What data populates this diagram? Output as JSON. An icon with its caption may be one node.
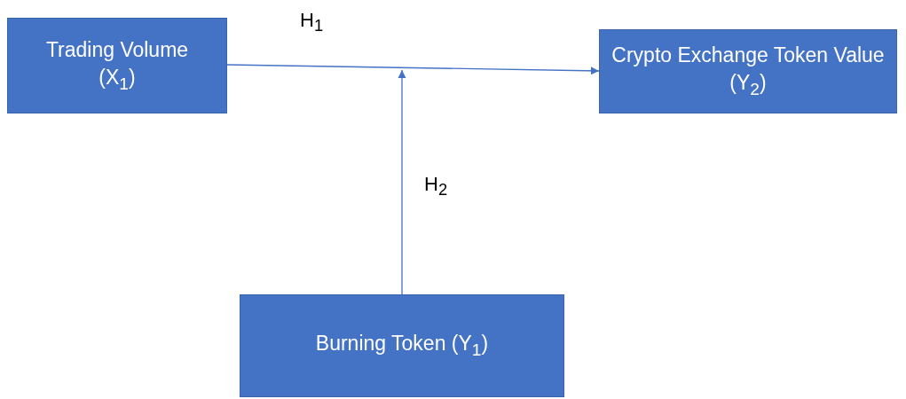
{
  "diagram": {
    "nodes": [
      {
        "text": [
          "Trading Volume (X$_{1}$)"
        ]
      },
      {
        "text": [
          "Crypto Exchange Token Value (Y$_{2}$)"
        ]
      },
      {
        "text": [
          "Burning Token (Y$_{1}$)"
        ]
      }
    ],
    "edges": [
      {
        "from": 0,
        "to": 1,
        "arrow": "to",
        "label": "H$_{1}$"
      },
      {
        "from": 2,
        "to": null,
        "arrow": "to",
        "label": "H$_{2}$"
      }
    ]
  }
}
